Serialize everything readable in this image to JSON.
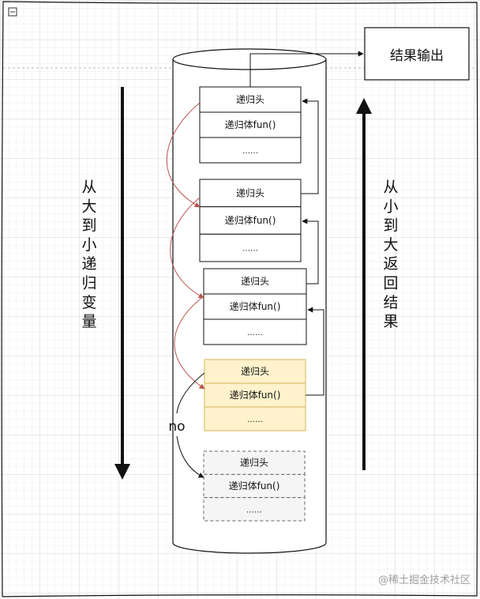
{
  "output_box": {
    "label": "结果输出"
  },
  "left_arrow_label": [
    "从",
    "大",
    "到",
    "小",
    "递",
    "归",
    "变",
    "量"
  ],
  "right_arrow_label": [
    "从",
    "小",
    "到",
    "大",
    "返",
    "回",
    "结",
    "果"
  ],
  "no_label": "no",
  "watermark": "@稀土掘金技术社区",
  "collapse_icon": "minus-box-icon",
  "frames": [
    {
      "head": "递归头",
      "body": "递归体fun()",
      "tail": "……",
      "style": "normal"
    },
    {
      "head": "递归头",
      "body": "递归体fun()",
      "tail": "……",
      "style": "normal"
    },
    {
      "head": "递归头",
      "body": "递归体fun()",
      "tail": "……",
      "style": "normal"
    },
    {
      "head": "递归头",
      "body": "递归体fun()",
      "tail": "……",
      "style": "highlight"
    },
    {
      "head": "递归头",
      "body": "递归体fun()",
      "tail": "……",
      "style": "dashed"
    }
  ],
  "colors": {
    "grid_minor": "#ececec",
    "grid_major": "#d6d6d6",
    "stroke": "#111111",
    "call_arrow": "#b85450",
    "highlight_fill": "#fff2cc",
    "highlight_stroke": "#d6b656",
    "dashed_fill": "#f5f5f5",
    "dashed_stroke": "#666666",
    "watermark": "#a0a0a0"
  }
}
